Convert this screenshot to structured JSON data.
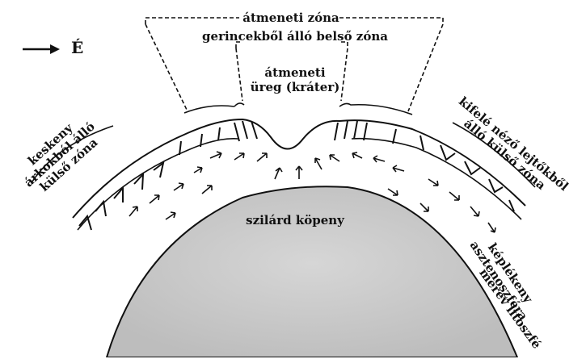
{
  "north_label": "É",
  "labels": {
    "transition_zone": "átmeneti zóna",
    "inner_zone": "gerincekből álló belső zóna",
    "cavity_1": "átmeneti",
    "cavity_2": "üreg (kráter)",
    "outer_left_1": "keskeny",
    "outer_left_2": "árkokból álló",
    "outer_left_3": "külső zóna",
    "outer_right_1": "kifelé néző lejtőkből",
    "outer_right_2": "álló külső zóna",
    "mantle": "szilárd köpeny",
    "lithosphere": "merev litoszfé",
    "asthenosphere_1": "képlékeny",
    "asthenosphere_2": "asztenoszféra"
  },
  "colors": {
    "ink": "#111111",
    "mantle_fill": "#c9c9c9",
    "background": "#ffffff"
  }
}
